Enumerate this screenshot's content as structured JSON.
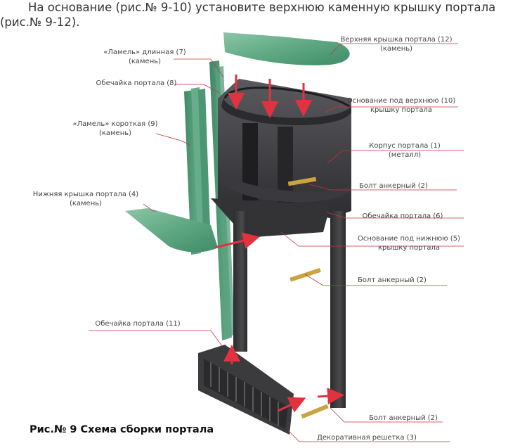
{
  "intro_text": "На основание (рис.№ 9-10) установите верхнюю каменную крышку портала (рис.№ 9-12).",
  "labels": {
    "top_cover": {
      "line1": "Верхняя крышка портала  (12)",
      "line2": "(камень)"
    },
    "lamel_long": {
      "line1": "«Ламель» длинная (7)",
      "line2": "(камень)"
    },
    "shell_8": {
      "line1": "Обечайка портала (8)"
    },
    "base_top": {
      "line1": "Основание под верхнюю  (10)",
      "line2": "крышку портала"
    },
    "lamel_short": {
      "line1": "«Ламель» короткая (9)",
      "line2": "(камень)"
    },
    "body": {
      "line1": "Корпус портала  (1)",
      "line2": "(металл)"
    },
    "bolt_1": {
      "line1": "Болт анкерный  (2)"
    },
    "bottom_cover": {
      "line1": "Нижняя крышка портала (4)",
      "line2": "(камень)"
    },
    "shell_6": {
      "line1": "Обечайка портала  (6)"
    },
    "base_bottom": {
      "line1": "Основание под нижнюю  (5)",
      "line2": "крышку портала"
    },
    "bolt_2": {
      "line1": "Болт анкерный  (2)"
    },
    "shell_11": {
      "line1": "Обечайка портала  (11)"
    },
    "bolt_3": {
      "line1": "Болт анкерный  (2)"
    },
    "grille": {
      "line1": "Декоративная решетка  (3)"
    }
  },
  "caption": "Рис.№ 9 Схема сборки портала",
  "colors": {
    "leader": "#c8333b",
    "arrow": "#e2323f",
    "metal": "#3a3a3c",
    "stone": "#6fb592"
  }
}
